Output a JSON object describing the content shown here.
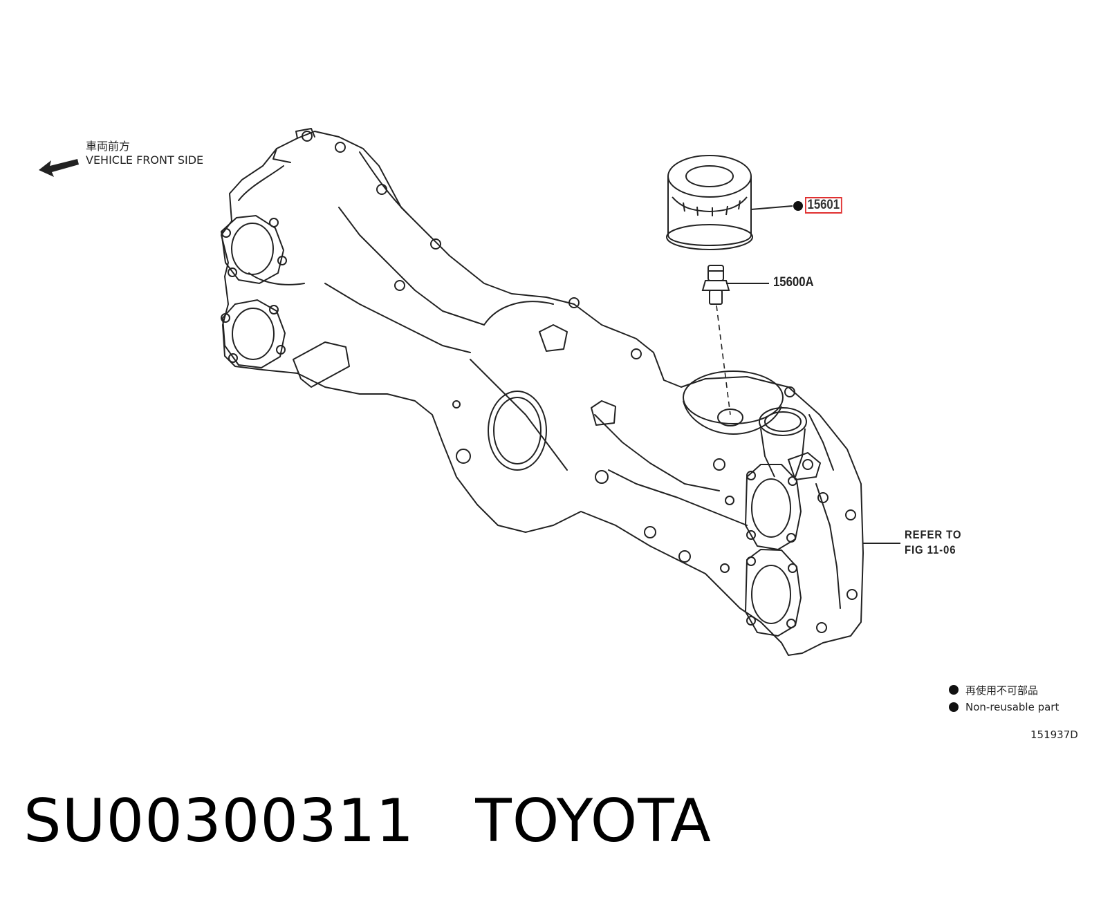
{
  "direction": {
    "label_jp": "車両前方",
    "label_en": "VEHICLE FRONT SIDE",
    "arrow_icon": "arrow-left-icon"
  },
  "parts": {
    "oil_filter": {
      "number": "15601",
      "non_reusable": true,
      "highlight_color": "#e03030"
    },
    "union": {
      "number": "15600A"
    }
  },
  "reference": {
    "line1": "REFER TO",
    "line2": "FIG 11-06"
  },
  "legend": {
    "symbol_icon": "filled-circle-icon",
    "label_jp": "再使用不可部品",
    "label_en": "Non-reusable part"
  },
  "figure_code": "151937D",
  "caption": {
    "part_code": "SU00300311",
    "brand": "TOYOTA"
  }
}
